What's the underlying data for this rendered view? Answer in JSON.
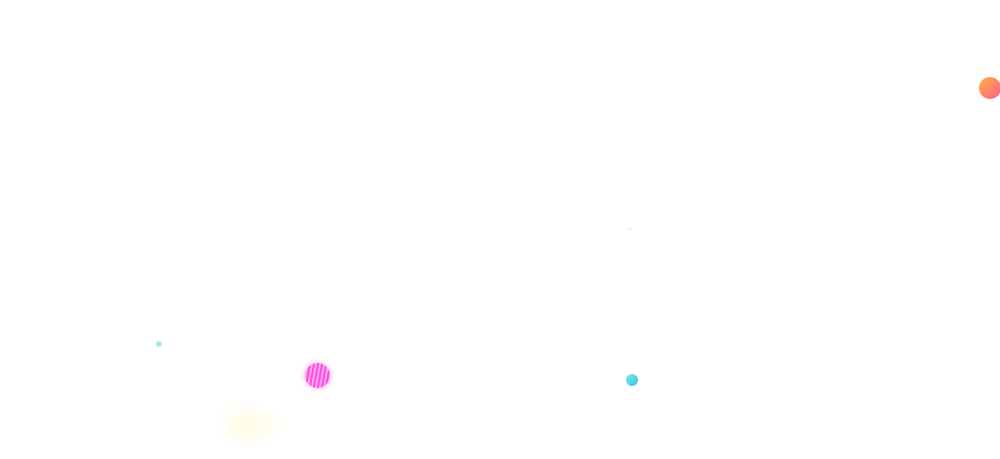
{
  "decorations": [
    {
      "id": "orb-orange",
      "name": "orange-gradient-orb",
      "colors": [
        "#ffb347",
        "#ff5a8a"
      ],
      "style": "gradient"
    },
    {
      "id": "orb-magenta",
      "name": "magenta-striped-orb",
      "colors": [
        "#ff4fd8",
        "#f6a3f2"
      ],
      "style": "striped"
    },
    {
      "id": "orb-cyan",
      "name": "cyan-orb",
      "colors": [
        "#7fe8f0",
        "#35c3e0"
      ],
      "style": "gradient"
    },
    {
      "id": "speck-cyan",
      "name": "cyan-speck",
      "colors": [
        "#a6f0ea"
      ],
      "style": "solid"
    },
    {
      "id": "speck-faint",
      "name": "faint-speck",
      "colors": [
        "#f3f6f6"
      ],
      "style": "solid"
    },
    {
      "id": "blob-cream",
      "name": "cream-blob",
      "colors": [
        "#fffbe8"
      ],
      "style": "blurred"
    }
  ]
}
